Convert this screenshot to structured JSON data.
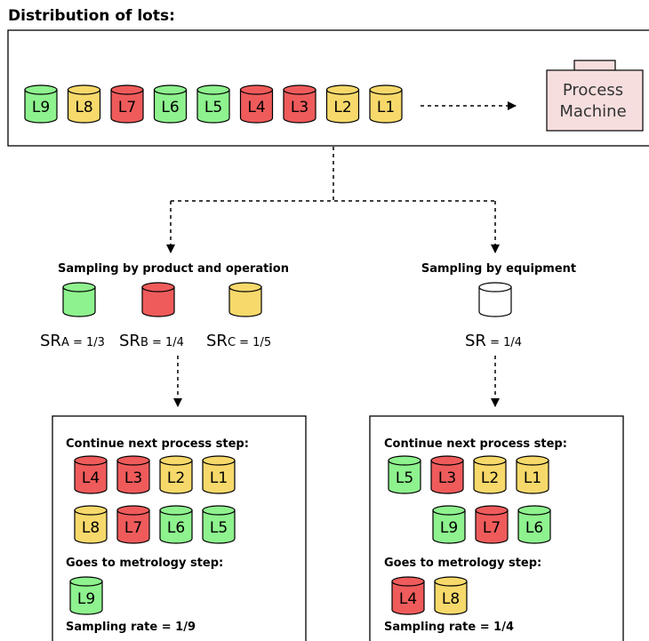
{
  "title": "Distribution of lots:",
  "colors": {
    "green": "#8ef28e",
    "yellow": "#f7d96b",
    "red": "#ef5b5b",
    "white": "#ffffff",
    "machine_fill": "#f6dede"
  },
  "machine": {
    "line1": "Process",
    "line2": "Machine"
  },
  "queue": [
    {
      "label": "L9",
      "color": "green"
    },
    {
      "label": "L8",
      "color": "yellow"
    },
    {
      "label": "L7",
      "color": "red"
    },
    {
      "label": "L6",
      "color": "green"
    },
    {
      "label": "L5",
      "color": "green"
    },
    {
      "label": "L4",
      "color": "red"
    },
    {
      "label": "L3",
      "color": "red"
    },
    {
      "label": "L2",
      "color": "yellow"
    },
    {
      "label": "L1",
      "color": "yellow"
    }
  ],
  "left": {
    "heading": "Sampling by product and operation",
    "rates": [
      {
        "prefix": "SR",
        "sub": "A",
        "value": " = 1/3",
        "color": "green"
      },
      {
        "prefix": "SR",
        "sub": "B",
        "value": " = 1/4",
        "color": "red"
      },
      {
        "prefix": "SR",
        "sub": "C",
        "value": " = 1/5",
        "color": "yellow"
      }
    ],
    "continue_label": "Continue next process step:",
    "continue_row1": [
      {
        "label": "L4",
        "color": "red"
      },
      {
        "label": "L3",
        "color": "red"
      },
      {
        "label": "L2",
        "color": "yellow"
      },
      {
        "label": "L1",
        "color": "yellow"
      }
    ],
    "continue_row2": [
      {
        "label": "L8",
        "color": "yellow"
      },
      {
        "label": "L7",
        "color": "red"
      },
      {
        "label": "L6",
        "color": "green"
      },
      {
        "label": "L5",
        "color": "green"
      }
    ],
    "metrology_label": "Goes to metrology step:",
    "metrology": [
      {
        "label": "L9",
        "color": "green"
      }
    ],
    "sampling_rate": "Sampling rate = 1/9"
  },
  "right": {
    "heading": "Sampling by equipment",
    "rate": {
      "prefix": "SR",
      "value": " = 1/4",
      "color": "white"
    },
    "continue_label": "Continue next process step:",
    "continue_row1": [
      {
        "label": "L5",
        "color": "green"
      },
      {
        "label": "L3",
        "color": "red"
      },
      {
        "label": "L2",
        "color": "yellow"
      },
      {
        "label": "L1",
        "color": "yellow"
      }
    ],
    "continue_row2": [
      {
        "label": "L9",
        "color": "green"
      },
      {
        "label": "L7",
        "color": "red"
      },
      {
        "label": "L6",
        "color": "green"
      }
    ],
    "metrology_label": "Goes to metrology step:",
    "metrology": [
      {
        "label": "L4",
        "color": "red"
      },
      {
        "label": "L8",
        "color": "yellow"
      }
    ],
    "sampling_rate": "Sampling rate = 1/4"
  }
}
